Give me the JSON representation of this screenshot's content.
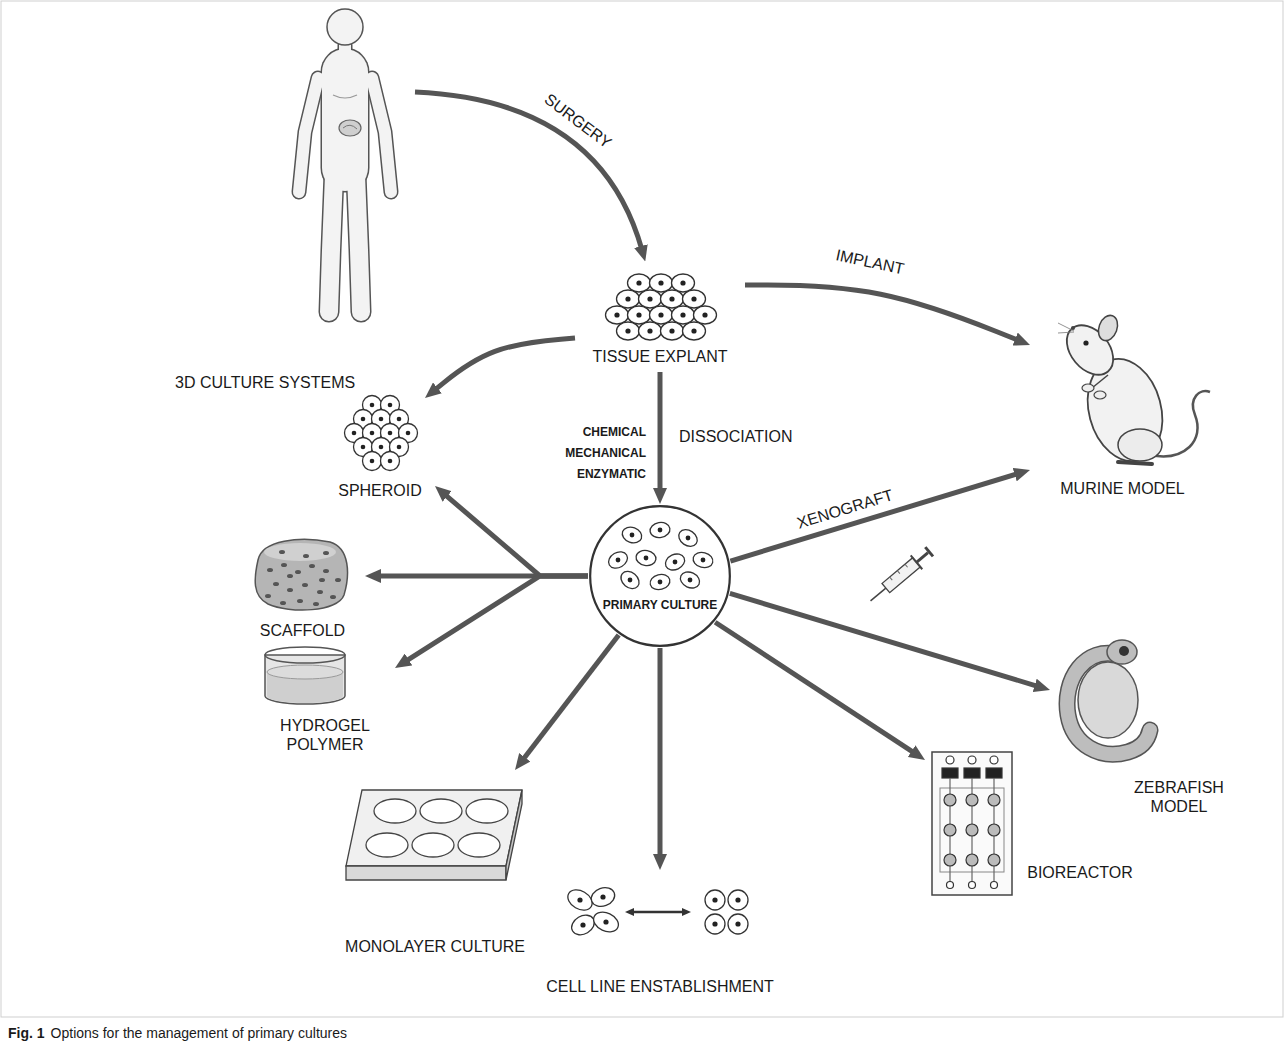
{
  "diagram": {
    "caption": "Options for the management of primary cultures",
    "nodes": [
      {
        "text": [
          "TISSUE EXPLANT"
        ]
      },
      {
        "text": [
          "MURINE MODEL"
        ]
      },
      {
        "text": [
          "SPHEROID"
        ]
      },
      {
        "text": [
          "PRIMARY CULTURE"
        ]
      },
      {
        "text": [
          "SCAFFOLD"
        ]
      },
      {
        "text": [
          "ZEBRAFISH MODEL"
        ]
      },
      {
        "text": [
          "HYDROGEL POLYMER"
        ]
      },
      {
        "text": [
          "BIOREACTOR"
        ]
      },
      {
        "text": [
          "MONOLAYER CULTURE"
        ]
      },
      {
        "text": [
          "CELL LINE ENSTABLISHMENT"
        ]
      }
    ],
    "edges": [
      {
        "from": 0,
        "to": 2,
        "arrow": "to"
      },
      {
        "from": 0,
        "to": 1,
        "label": "IMPLANT",
        "arrow": "to"
      },
      {
        "from": 0,
        "to": 3,
        "label": "DISSOCIATION",
        "arrow": "to"
      },
      {
        "from": 3,
        "to": 2,
        "arrow": "to"
      },
      {
        "from": 3,
        "to": 4,
        "arrow": "to"
      },
      {
        "from": 3,
        "to": 6,
        "arrow": "to"
      },
      {
        "from": 3,
        "to": 8,
        "arrow": "to"
      },
      {
        "from": 3,
        "to": 9,
        "arrow": "to"
      },
      {
        "from": 3,
        "to": 7,
        "arrow": "to"
      },
      {
        "from": 3,
        "to": 1,
        "label": "XENOGRAFT",
        "arrow": "to"
      },
      {
        "from": 3,
        "to": 5,
        "arrow": "to"
      }
    ],
    "labels": [
      "SURGERY",
      "3D CULTURE SYSTEMS",
      "CHEMICAL",
      "MECHANICAL",
      "ENZYMATIC",
      "Fig. 1"
    ]
  }
}
